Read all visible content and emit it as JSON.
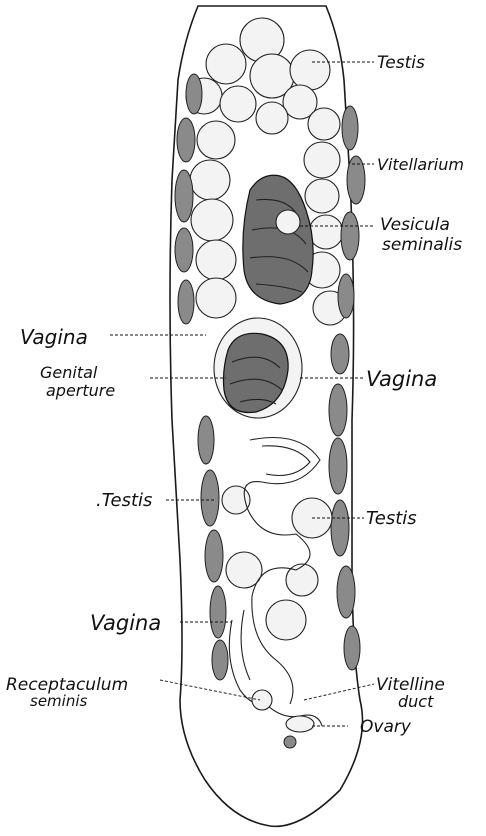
{
  "labels": {
    "testis_top": "Testis",
    "vitellarium": "Vitellarium",
    "vesicula_1": "Vesicula",
    "vesicula_2": "seminalis",
    "vagina_left": "Vagina",
    "genital_1": "Genital",
    "genital_2": "aperture",
    "vagina_right": "Vagina",
    "testis_left": ".Testis",
    "testis_right": "Testis",
    "vagina_lower": "Vagina",
    "receptaculum_1": "Receptaculum",
    "receptaculum_2": "seminis",
    "vitelline_1": "Vitelline",
    "vitelline_2": "duct",
    "ovary": "Ovary"
  },
  "colors": {
    "ink": "#111111",
    "testis_fill": "#f3f3f3",
    "vitellarium_fill": "#8a8a8a",
    "coil_fill": "#6e6e6e"
  }
}
